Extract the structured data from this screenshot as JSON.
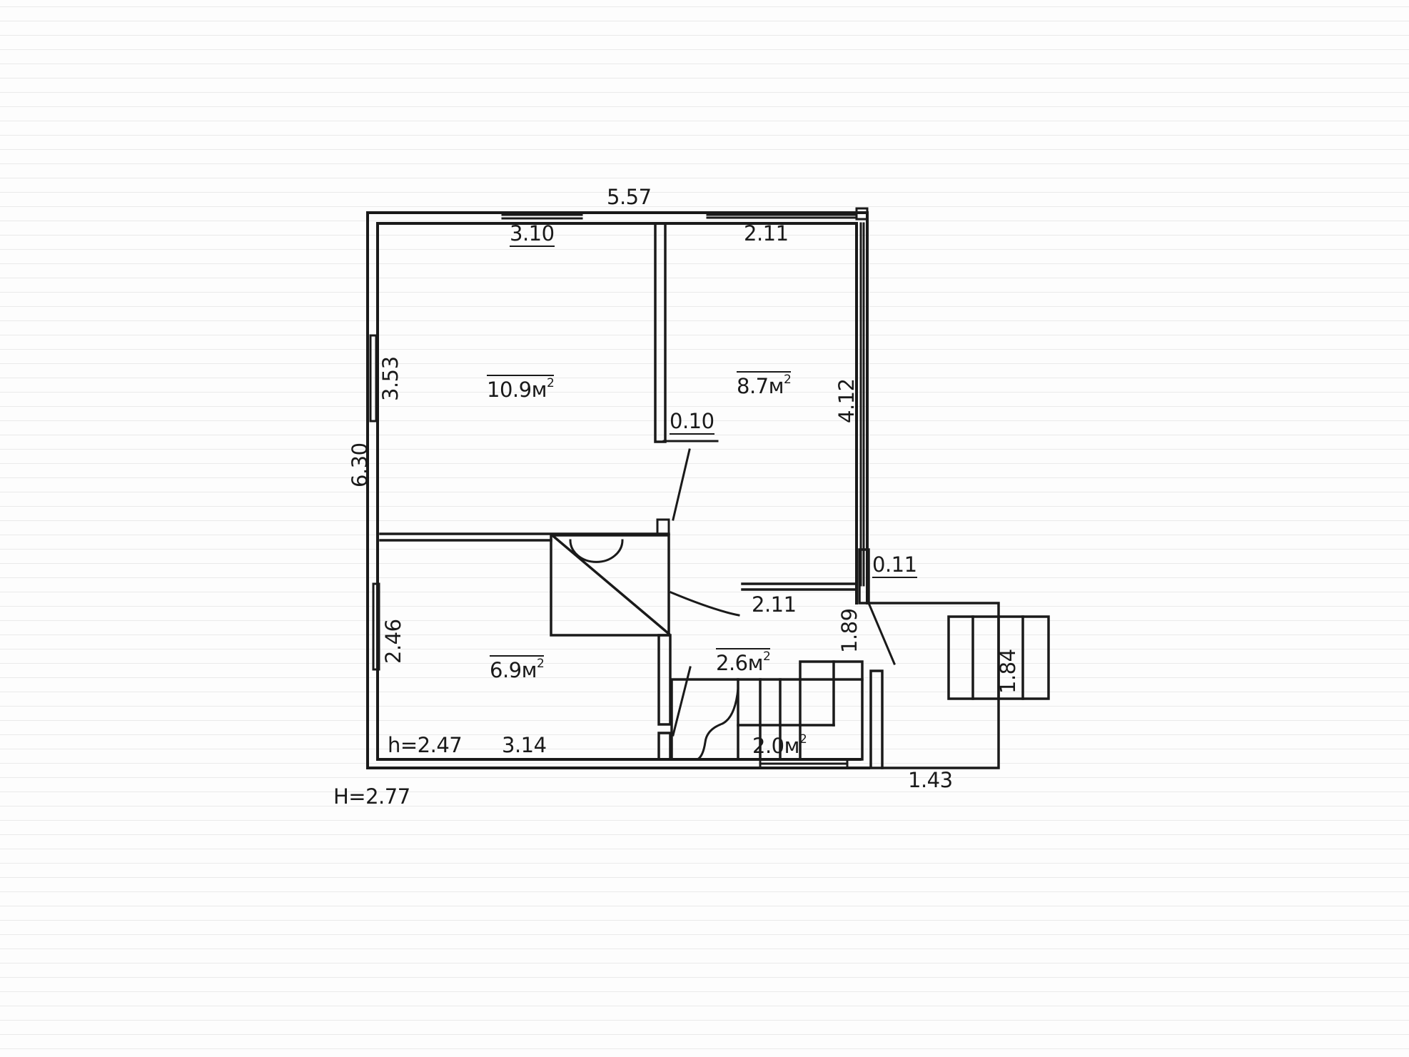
{
  "drawing": {
    "type": "floor-plan",
    "line_color": "#1a1a1a",
    "background_color": "#fdfdfd"
  },
  "dimensions": {
    "overall_width": "5.57",
    "top_left_room_width": "3.10",
    "top_right_room_width": "2.11",
    "overall_height": "6.30",
    "left_top_room_height": "3.53",
    "right_room_height": "4.12",
    "partition_thickness": "0.10",
    "outer_wall_thickness": "0.11",
    "hall_width": "2.11",
    "left_bottom_room_height": "2.46",
    "bottom_left_room_width": "3.14",
    "stair_room_height": "1.89",
    "porch_width": "1.43",
    "steps_length": "1.84"
  },
  "rooms": [
    {
      "id": "room-top-left",
      "area": "10.9",
      "unit": "м",
      "power": "2"
    },
    {
      "id": "room-top-right",
      "area": "8.7",
      "unit": "м",
      "power": "2"
    },
    {
      "id": "room-bottom-left",
      "area": "6.9",
      "unit": "м",
      "power": "2"
    },
    {
      "id": "hall",
      "area": "2.6",
      "unit": "м",
      "power": "2"
    },
    {
      "id": "stair-room",
      "area": "2.0",
      "unit": "м",
      "power": "2"
    }
  ],
  "heights": {
    "ceiling_height": "h=2.47",
    "building_height": "H=2.77"
  }
}
